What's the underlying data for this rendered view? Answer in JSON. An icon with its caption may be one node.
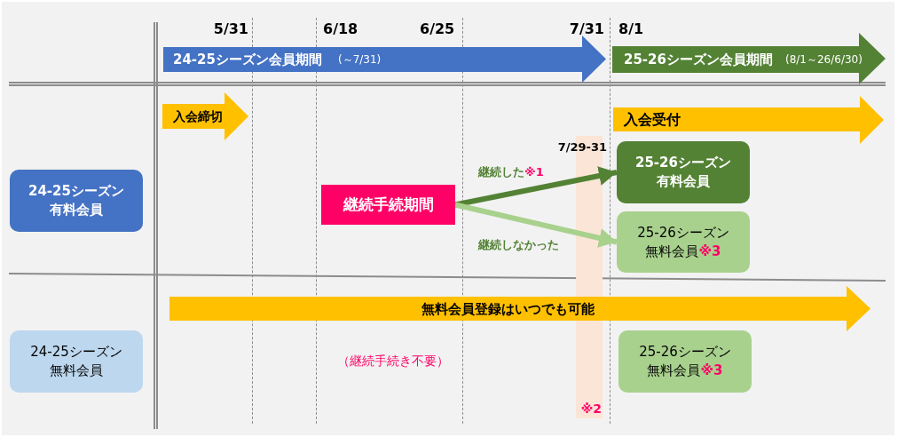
{
  "diagram": {
    "nodes": [
      {
        "text": [
          "24-25シーズン会員期間",
          "(～7/31)"
        ]
      },
      {
        "text": [
          "25-26シーズン会員期間",
          "(8/1～26/6/30)"
        ]
      },
      {
        "text": [
          "入会締切"
        ]
      },
      {
        "text": [
          "入会受付"
        ]
      },
      {
        "text": [
          "24-25シーズン有料会員"
        ]
      },
      {
        "text": [
          "継続手続期間"
        ]
      },
      {
        "text": [
          "25-26シーズン有料会員"
        ]
      },
      {
        "text": [
          "25-26シーズン無料会員**※3**"
        ]
      },
      {
        "text": [
          "無料会員登録はいつでも可能"
        ]
      },
      {
        "text": [
          "24-25シーズン無料会員"
        ]
      },
      {
        "text": [
          "25-26シーズン無料会員**※3**"
        ]
      }
    ],
    "edges": [
      {
        "from": 5,
        "to": 6,
        "arrow": "to",
        "label": "継続した**※1**",
        "color": "#548235"
      },
      {
        "from": 5,
        "to": 7,
        "arrow": "to",
        "label": "継続しなかった",
        "color": "#a9d18e"
      }
    ],
    "labels": [
      "5/31",
      "6/18",
      "6/25",
      "7/31",
      "8/1",
      "7/29-31",
      "（継続手続き不要）",
      "※2"
    ]
  }
}
